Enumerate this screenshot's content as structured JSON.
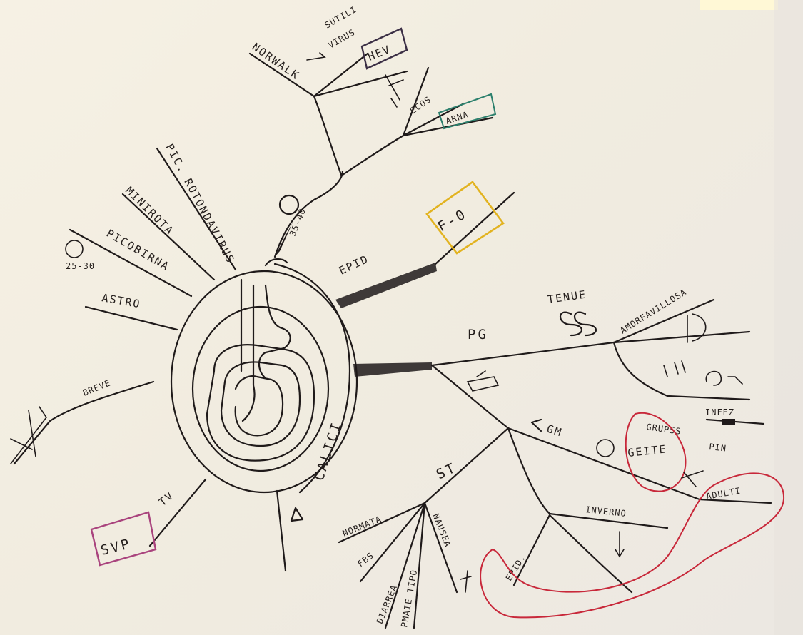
{
  "center_label": "CALICI",
  "labels": {
    "norwalk": "NORWALK",
    "sutili": "SUTILI",
    "virus": "VIRUS",
    "hev": "HEV",
    "ecos": "ECOS",
    "arna": "ARNA",
    "age_range_top": "35-40",
    "f0": "F-0",
    "epid": "EPID",
    "tenue": "TENUE",
    "amorfavillosa": "AMORFAVILLOSA",
    "pg": "PG",
    "infez": "INFEZ",
    "gm": "GM",
    "grupss": "GRUPSS",
    "pin": "PIN",
    "geite": "GEITE",
    "adulti": "ADULTI",
    "inverno": "INVERNO",
    "epid_bottom": "EPID.",
    "st": "ST",
    "normata": "NORMATA",
    "fbs": "FBS",
    "nausea": "NAUSEA",
    "diarrea": "DIARREA",
    "pmaie_tipo": "PMAIE TIPO",
    "svp": "SVP",
    "pic_rotonda": "PIC. ROTONDAVIRUS",
    "minirota": "MINIROTA",
    "picobirna": "PICOBIRNA",
    "age_range_left": "25-30",
    "astro": "ASTRO",
    "breve": "BREVE",
    "tv": "TV"
  },
  "colors": {
    "ink": "#1f1a1a",
    "paper": "#f3efe4",
    "red_marker": "#c8283a",
    "green_marker": "#2b7f6c",
    "yellow_marker": "#e2b320",
    "purple_marker": "#a9437d",
    "dark_marker": "#3b2f45"
  }
}
